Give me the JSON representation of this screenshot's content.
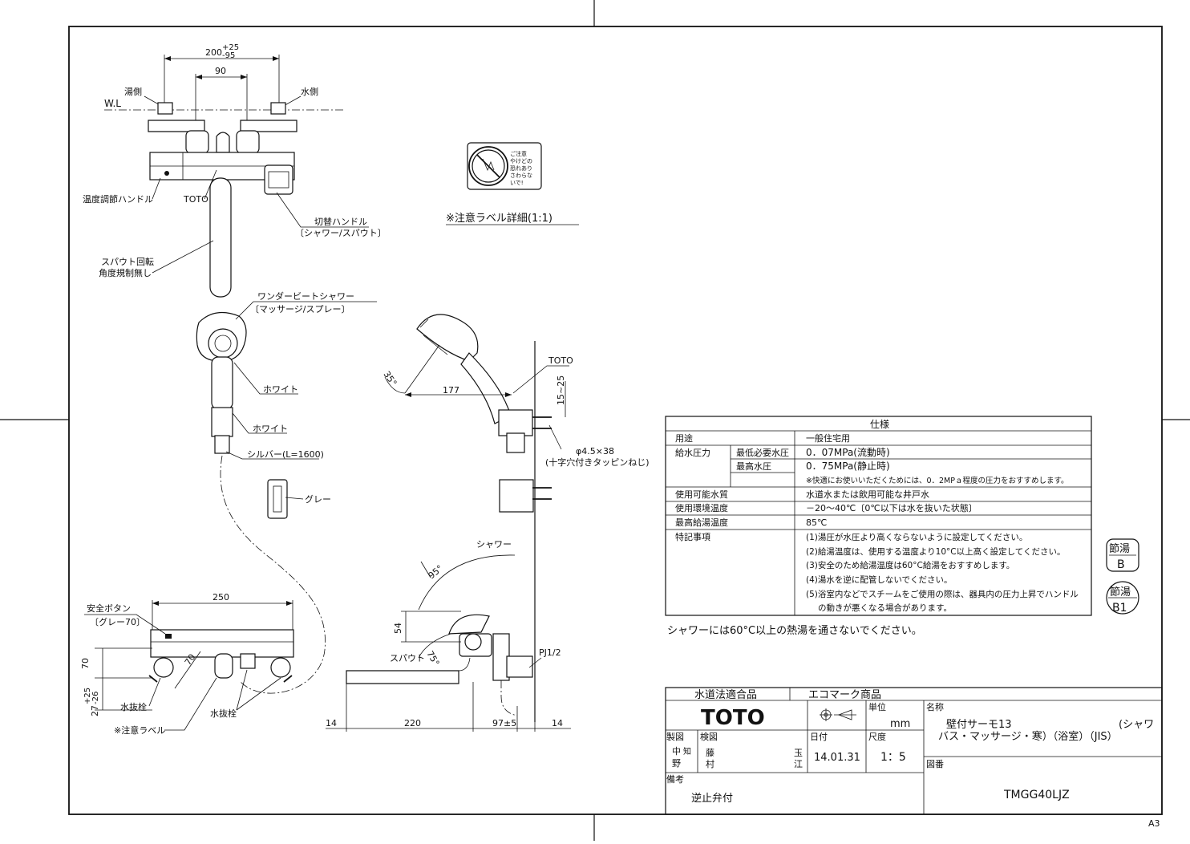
{
  "drawing": {
    "labels": {
      "hot_side": "湯側",
      "cold_side": "水側",
      "water_level": "W.L",
      "temp_handle": "温度調節ハンドル",
      "toto_mark": "TOTO",
      "switch_handle": "切替ハンドル",
      "switch_handle_sub": "〔シャワー/スパウト〕",
      "spout_rotation_1": "スパウト回転",
      "spout_rotation_2": "角度規制無し",
      "shower_name": "ワンダービートシャワー",
      "shower_sub": "〔マッサージ/スプレー〕",
      "white_1": "ホワイト",
      "white_2": "ホワイト",
      "silver": "シルバー(L=1600)",
      "gray": "グレー",
      "safety_button": "安全ボタン",
      "safety_button_sub": "〔グレー70〕",
      "drain_plug_1": "水抜栓",
      "drain_plug_2": "水抜栓",
      "caution_label": "※注意ラベル",
      "caution_label_detail": "※注意ラベル詳細(1:1)",
      "shower": "シャワー",
      "spout": "スパウト",
      "toto_side": "TOTO",
      "screw_spec": "φ4.5×38",
      "screw_sub": "(十字穴付きタッピンねじ)",
      "pipe_thread": "PJ1/2",
      "caution_sticker": "ご注意 やけどの恐れあり さわらないで!"
    },
    "dims": {
      "d200": "200",
      "d200_tol_up": "+25",
      "d200_tol_dn": "-95",
      "d90": "90",
      "d250": "250",
      "d70a": "70",
      "d70b": "70",
      "d27": "27",
      "d27_tol_up": "+25",
      "d27_tol_dn": "-26",
      "d54": "54",
      "d14a": "14",
      "d220": "220",
      "d97": "97±5",
      "d14b": "14",
      "d177": "177",
      "d15_25": "15~25",
      "a35": "35°",
      "a95": "95°",
      "a75": "75°"
    }
  },
  "spec": {
    "title": "仕様",
    "rows": [
      {
        "k1": "用途",
        "k2": "",
        "v": "一般住宅用"
      },
      {
        "k1": "給水圧力",
        "k2": "最低必要水圧",
        "v": "0．07MPa(流動時)"
      },
      {
        "k1": "",
        "k2": "最高水圧",
        "v": "0．75MPa(静止時)"
      },
      {
        "k1": "",
        "k2": "",
        "v": "※快適にお使いいただくためには、0．2MPａ程度の圧力をおすすめします。"
      },
      {
        "k1": "使用可能水質",
        "k2": "",
        "v": "水道水または飲用可能な井戸水"
      },
      {
        "k1": "使用環境温度",
        "k2": "",
        "v": "－20～40℃〔0℃以下は水を抜いた状態〕"
      },
      {
        "k1": "最高給湯温度",
        "k2": "",
        "v": "85℃"
      }
    ],
    "special_key": "特記事項",
    "special": [
      "(1)湯圧が水圧より高くならないように設定してください。",
      "(2)給湯温度は、使用する温度より10°C以上高く設定してください。",
      "(3)安全のため給湯温度は60°C給湯をおすすめします。",
      "(4)湯水を逆に配管しないでください。",
      "(5)浴室内などでスチームをご使用の際は、器具内の圧力上昇でハンドル",
      "の動きが悪くなる場合があります。"
    ],
    "warning": "シャワーには60°C以上の熱湯を通さないでください。"
  },
  "stamps": {
    "s1_top": "節湯",
    "s1_bot": "B",
    "s2_top": "節湯",
    "s2_bot": "B1"
  },
  "title_block": {
    "water_law": "水道法適合品",
    "eco_mark": "エコマーク商品",
    "brand": "TOTO",
    "unit_label": "単位",
    "unit": "mm",
    "name_label": "名称",
    "name_line1": "壁付サーモ13",
    "name_line1b": "(シャワ",
    "name_line2": "バス・マッサージ・寒）（浴室）（JIS）",
    "drafter_label": "製図",
    "drafter_a": "中",
    "drafter_b": "知",
    "drafter_c": "野",
    "checker_label": "検図",
    "checker_a": "藤",
    "checker_b": "村",
    "checker_c": "玉",
    "checker_d": "江",
    "date_label": "日付",
    "date": "14.01.31",
    "scale_label": "尺度",
    "scale": "1：5",
    "drawing_no_label": "図番",
    "drawing_no": "TMGG40LJZ",
    "note_label": "備考",
    "note": "逆止弁付",
    "paper_size": "A3"
  }
}
